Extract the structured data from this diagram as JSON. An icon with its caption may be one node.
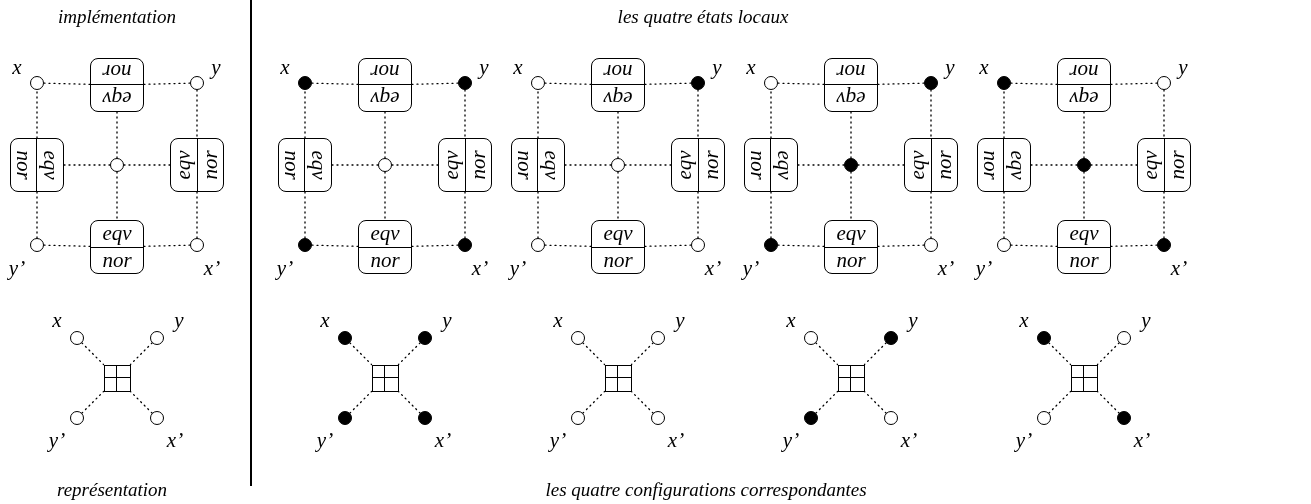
{
  "diagram": {
    "nodes": [
      {
        "text": [],
        "shape": "circle",
        "beside": [
          "x"
        ]
      },
      {
        "text": [
          "eqv",
          "nor"
        ]
      },
      {
        "text": [],
        "shape": "circle",
        "beside": [
          "y"
        ]
      },
      {
        "text": [
          "eqv",
          "nor"
        ]
      },
      {
        "text": [],
        "shape": "circle"
      },
      {
        "text": [
          "eqv",
          "nor"
        ]
      },
      {
        "text": [],
        "shape": "circle",
        "beside": [
          "y’"
        ]
      },
      {
        "text": [
          "eqv",
          "nor"
        ]
      },
      {
        "text": [],
        "shape": "circle",
        "beside": [
          "x’"
        ]
      },
      {
        "text": [],
        "shape": "circle",
        "beside": [
          "x"
        ]
      },
      {
        "text": [],
        "shape": "circle",
        "beside": [
          "y"
        ]
      },
      {
        "text": [],
        "shape": "box"
      },
      {
        "text": [],
        "shape": "circle",
        "beside": [
          "y’"
        ]
      },
      {
        "text": [],
        "shape": "circle",
        "beside": [
          "x’"
        ]
      },
      {
        "text": [],
        "shape": "dot",
        "beside": [
          "x"
        ]
      },
      {
        "text": [
          "eqv",
          "nor"
        ]
      },
      {
        "text": [],
        "shape": "dot",
        "beside": [
          "y"
        ]
      },
      {
        "text": [
          "eqv",
          "nor"
        ]
      },
      {
        "text": [],
        "shape": "circle"
      },
      {
        "text": [
          "eqv",
          "nor"
        ]
      },
      {
        "text": [],
        "shape": "dot",
        "beside": [
          "y’"
        ]
      },
      {
        "text": [
          "eqv",
          "nor"
        ]
      },
      {
        "text": [],
        "shape": "dot",
        "beside": [
          "x’"
        ]
      },
      {
        "text": [],
        "shape": "dot",
        "beside": [
          "x"
        ]
      },
      {
        "text": [],
        "shape": "dot",
        "beside": [
          "y"
        ]
      },
      {
        "text": [],
        "shape": "box"
      },
      {
        "text": [],
        "shape": "dot",
        "beside": [
          "y’"
        ]
      },
      {
        "text": [],
        "shape": "dot",
        "beside": [
          "x’"
        ]
      },
      {
        "text": [],
        "shape": "circle",
        "beside": [
          "x"
        ]
      },
      {
        "text": [
          "eqv",
          "nor"
        ]
      },
      {
        "text": [],
        "shape": "dot",
        "beside": [
          "y"
        ]
      },
      {
        "text": [
          "eqv",
          "nor"
        ]
      },
      {
        "text": [],
        "shape": "circle"
      },
      {
        "text": [
          "eqv",
          "nor"
        ]
      },
      {
        "text": [],
        "shape": "circle",
        "beside": [
          "y’"
        ]
      },
      {
        "text": [
          "eqv",
          "nor"
        ]
      },
      {
        "text": [],
        "shape": "circle",
        "beside": [
          "x’"
        ]
      },
      {
        "text": [],
        "shape": "circle",
        "beside": [
          "x"
        ]
      },
      {
        "text": [],
        "shape": "circle",
        "beside": [
          "y"
        ]
      },
      {
        "text": [],
        "shape": "box"
      },
      {
        "text": [],
        "shape": "circle",
        "beside": [
          "y’"
        ]
      },
      {
        "text": [],
        "shape": "circle",
        "beside": [
          "x’"
        ]
      },
      {
        "text": [],
        "shape": "circle",
        "beside": [
          "x"
        ]
      },
      {
        "text": [
          "eqv",
          "nor"
        ]
      },
      {
        "text": [],
        "shape": "dot",
        "beside": [
          "y"
        ]
      },
      {
        "text": [
          "eqv",
          "nor"
        ]
      },
      {
        "text": [],
        "shape": "dot"
      },
      {
        "text": [
          "eqv",
          "nor"
        ]
      },
      {
        "text": [],
        "shape": "dot",
        "beside": [
          "y’"
        ]
      },
      {
        "text": [
          "eqv",
          "nor"
        ]
      },
      {
        "text": [],
        "shape": "circle",
        "beside": [
          "x’"
        ]
      },
      {
        "text": [],
        "shape": "circle",
        "beside": [
          "x"
        ]
      },
      {
        "text": [],
        "shape": "dot",
        "beside": [
          "y"
        ]
      },
      {
        "text": [],
        "shape": "box"
      },
      {
        "text": [],
        "shape": "dot",
        "beside": [
          "y’"
        ]
      },
      {
        "text": [],
        "shape": "circle",
        "beside": [
          "x’"
        ]
      },
      {
        "text": [],
        "shape": "dot",
        "beside": [
          "x"
        ]
      },
      {
        "text": [
          "eqv",
          "nor"
        ]
      },
      {
        "text": [],
        "shape": "circle",
        "beside": [
          "y"
        ]
      },
      {
        "text": [
          "eqv",
          "nor"
        ]
      },
      {
        "text": [],
        "shape": "dot"
      },
      {
        "text": [
          "eqv",
          "nor"
        ]
      },
      {
        "text": [],
        "shape": "circle",
        "beside": [
          "y’"
        ]
      },
      {
        "text": [
          "eqv",
          "nor"
        ]
      },
      {
        "text": [],
        "shape": "dot",
        "beside": [
          "x’"
        ]
      },
      {
        "text": [],
        "shape": "dot",
        "beside": [
          "x"
        ]
      },
      {
        "text": [],
        "shape": "circle",
        "beside": [
          "y"
        ]
      },
      {
        "text": [],
        "shape": "box"
      },
      {
        "text": [],
        "shape": "circle",
        "beside": [
          "y’"
        ]
      },
      {
        "text": [],
        "shape": "dot",
        "beside": [
          "x’"
        ]
      }
    ],
    "edges": [
      {
        "from": 0,
        "to": 1,
        "arrow": "none"
      },
      {
        "from": 1,
        "to": 2,
        "arrow": "none"
      },
      {
        "from": 2,
        "to": 5,
        "arrow": "none"
      },
      {
        "from": 5,
        "to": 8,
        "arrow": "none"
      },
      {
        "from": 8,
        "to": 7,
        "arrow": "none"
      },
      {
        "from": 7,
        "to": 6,
        "arrow": "none"
      },
      {
        "from": 6,
        "to": 3,
        "arrow": "none"
      },
      {
        "from": 3,
        "to": 0,
        "arrow": "none"
      },
      {
        "from": 4,
        "to": 1,
        "arrow": "none"
      },
      {
        "from": 4,
        "to": 3,
        "arrow": "none"
      },
      {
        "from": 4,
        "to": 5,
        "arrow": "none"
      },
      {
        "from": 4,
        "to": 7,
        "arrow": "none"
      },
      {
        "from": 9,
        "to": 11,
        "arrow": "none"
      },
      {
        "from": 10,
        "to": 11,
        "arrow": "none"
      },
      {
        "from": 12,
        "to": 11,
        "arrow": "none"
      },
      {
        "from": 13,
        "to": 11,
        "arrow": "none"
      },
      {
        "from": 14,
        "to": 15,
        "arrow": "none"
      },
      {
        "from": 15,
        "to": 16,
        "arrow": "none"
      },
      {
        "from": 16,
        "to": 19,
        "arrow": "none"
      },
      {
        "from": 19,
        "to": 22,
        "arrow": "none"
      },
      {
        "from": 22,
        "to": 21,
        "arrow": "none"
      },
      {
        "from": 21,
        "to": 20,
        "arrow": "none"
      },
      {
        "from": 20,
        "to": 17,
        "arrow": "none"
      },
      {
        "from": 17,
        "to": 14,
        "arrow": "none"
      },
      {
        "from": 18,
        "to": 15,
        "arrow": "none"
      },
      {
        "from": 18,
        "to": 17,
        "arrow": "none"
      },
      {
        "from": 18,
        "to": 19,
        "arrow": "none"
      },
      {
        "from": 18,
        "to": 21,
        "arrow": "none"
      },
      {
        "from": 23,
        "to": 25,
        "arrow": "none"
      },
      {
        "from": 24,
        "to": 25,
        "arrow": "none"
      },
      {
        "from": 26,
        "to": 25,
        "arrow": "none"
      },
      {
        "from": 27,
        "to": 25,
        "arrow": "none"
      },
      {
        "from": 28,
        "to": 29,
        "arrow": "none"
      },
      {
        "from": 29,
        "to": 30,
        "arrow": "none"
      },
      {
        "from": 30,
        "to": 33,
        "arrow": "none"
      },
      {
        "from": 33,
        "to": 36,
        "arrow": "none"
      },
      {
        "from": 36,
        "to": 35,
        "arrow": "none"
      },
      {
        "from": 35,
        "to": 34,
        "arrow": "none"
      },
      {
        "from": 34,
        "to": 31,
        "arrow": "none"
      },
      {
        "from": 31,
        "to": 28,
        "arrow": "none"
      },
      {
        "from": 32,
        "to": 29,
        "arrow": "none"
      },
      {
        "from": 32,
        "to": 31,
        "arrow": "none"
      },
      {
        "from": 32,
        "to": 33,
        "arrow": "none"
      },
      {
        "from": 32,
        "to": 35,
        "arrow": "none"
      },
      {
        "from": 37,
        "to": 39,
        "arrow": "none"
      },
      {
        "from": 38,
        "to": 39,
        "arrow": "none"
      },
      {
        "from": 40,
        "to": 39,
        "arrow": "none"
      },
      {
        "from": 41,
        "to": 39,
        "arrow": "none"
      },
      {
        "from": 42,
        "to": 43,
        "arrow": "none"
      },
      {
        "from": 43,
        "to": 44,
        "arrow": "none"
      },
      {
        "from": 44,
        "to": 47,
        "arrow": "none"
      },
      {
        "from": 47,
        "to": 50,
        "arrow": "none"
      },
      {
        "from": 50,
        "to": 49,
        "arrow": "none"
      },
      {
        "from": 49,
        "to": 48,
        "arrow": "none"
      },
      {
        "from": 48,
        "to": 45,
        "arrow": "none"
      },
      {
        "from": 45,
        "to": 42,
        "arrow": "none"
      },
      {
        "from": 46,
        "to": 43,
        "arrow": "none"
      },
      {
        "from": 46,
        "to": 45,
        "arrow": "none"
      },
      {
        "from": 46,
        "to": 47,
        "arrow": "none"
      },
      {
        "from": 46,
        "to": 49,
        "arrow": "none"
      },
      {
        "from": 51,
        "to": 53,
        "arrow": "none"
      },
      {
        "from": 52,
        "to": 53,
        "arrow": "none"
      },
      {
        "from": 54,
        "to": 53,
        "arrow": "none"
      },
      {
        "from": 55,
        "to": 53,
        "arrow": "none"
      },
      {
        "from": 56,
        "to": 57,
        "arrow": "none"
      },
      {
        "from": 57,
        "to": 58,
        "arrow": "none"
      },
      {
        "from": 58,
        "to": 61,
        "arrow": "none"
      },
      {
        "from": 61,
        "to": 64,
        "arrow": "none"
      },
      {
        "from": 64,
        "to": 63,
        "arrow": "none"
      },
      {
        "from": 63,
        "to": 62,
        "arrow": "none"
      },
      {
        "from": 62,
        "to": 59,
        "arrow": "none"
      },
      {
        "from": 59,
        "to": 56,
        "arrow": "none"
      },
      {
        "from": 60,
        "to": 57,
        "arrow": "none"
      },
      {
        "from": 60,
        "to": 59,
        "arrow": "none"
      },
      {
        "from": 60,
        "to": 61,
        "arrow": "none"
      },
      {
        "from": 60,
        "to": 63,
        "arrow": "none"
      },
      {
        "from": 65,
        "to": 67,
        "arrow": "none"
      },
      {
        "from": 66,
        "to": 67,
        "arrow": "none"
      },
      {
        "from": 68,
        "to": 67,
        "arrow": "none"
      },
      {
        "from": 69,
        "to": 67,
        "arrow": "none"
      }
    ],
    "labels": [
      "implémentation",
      "les quatre états locaux",
      "représentation",
      "les quatre configurations correspondantes"
    ]
  }
}
